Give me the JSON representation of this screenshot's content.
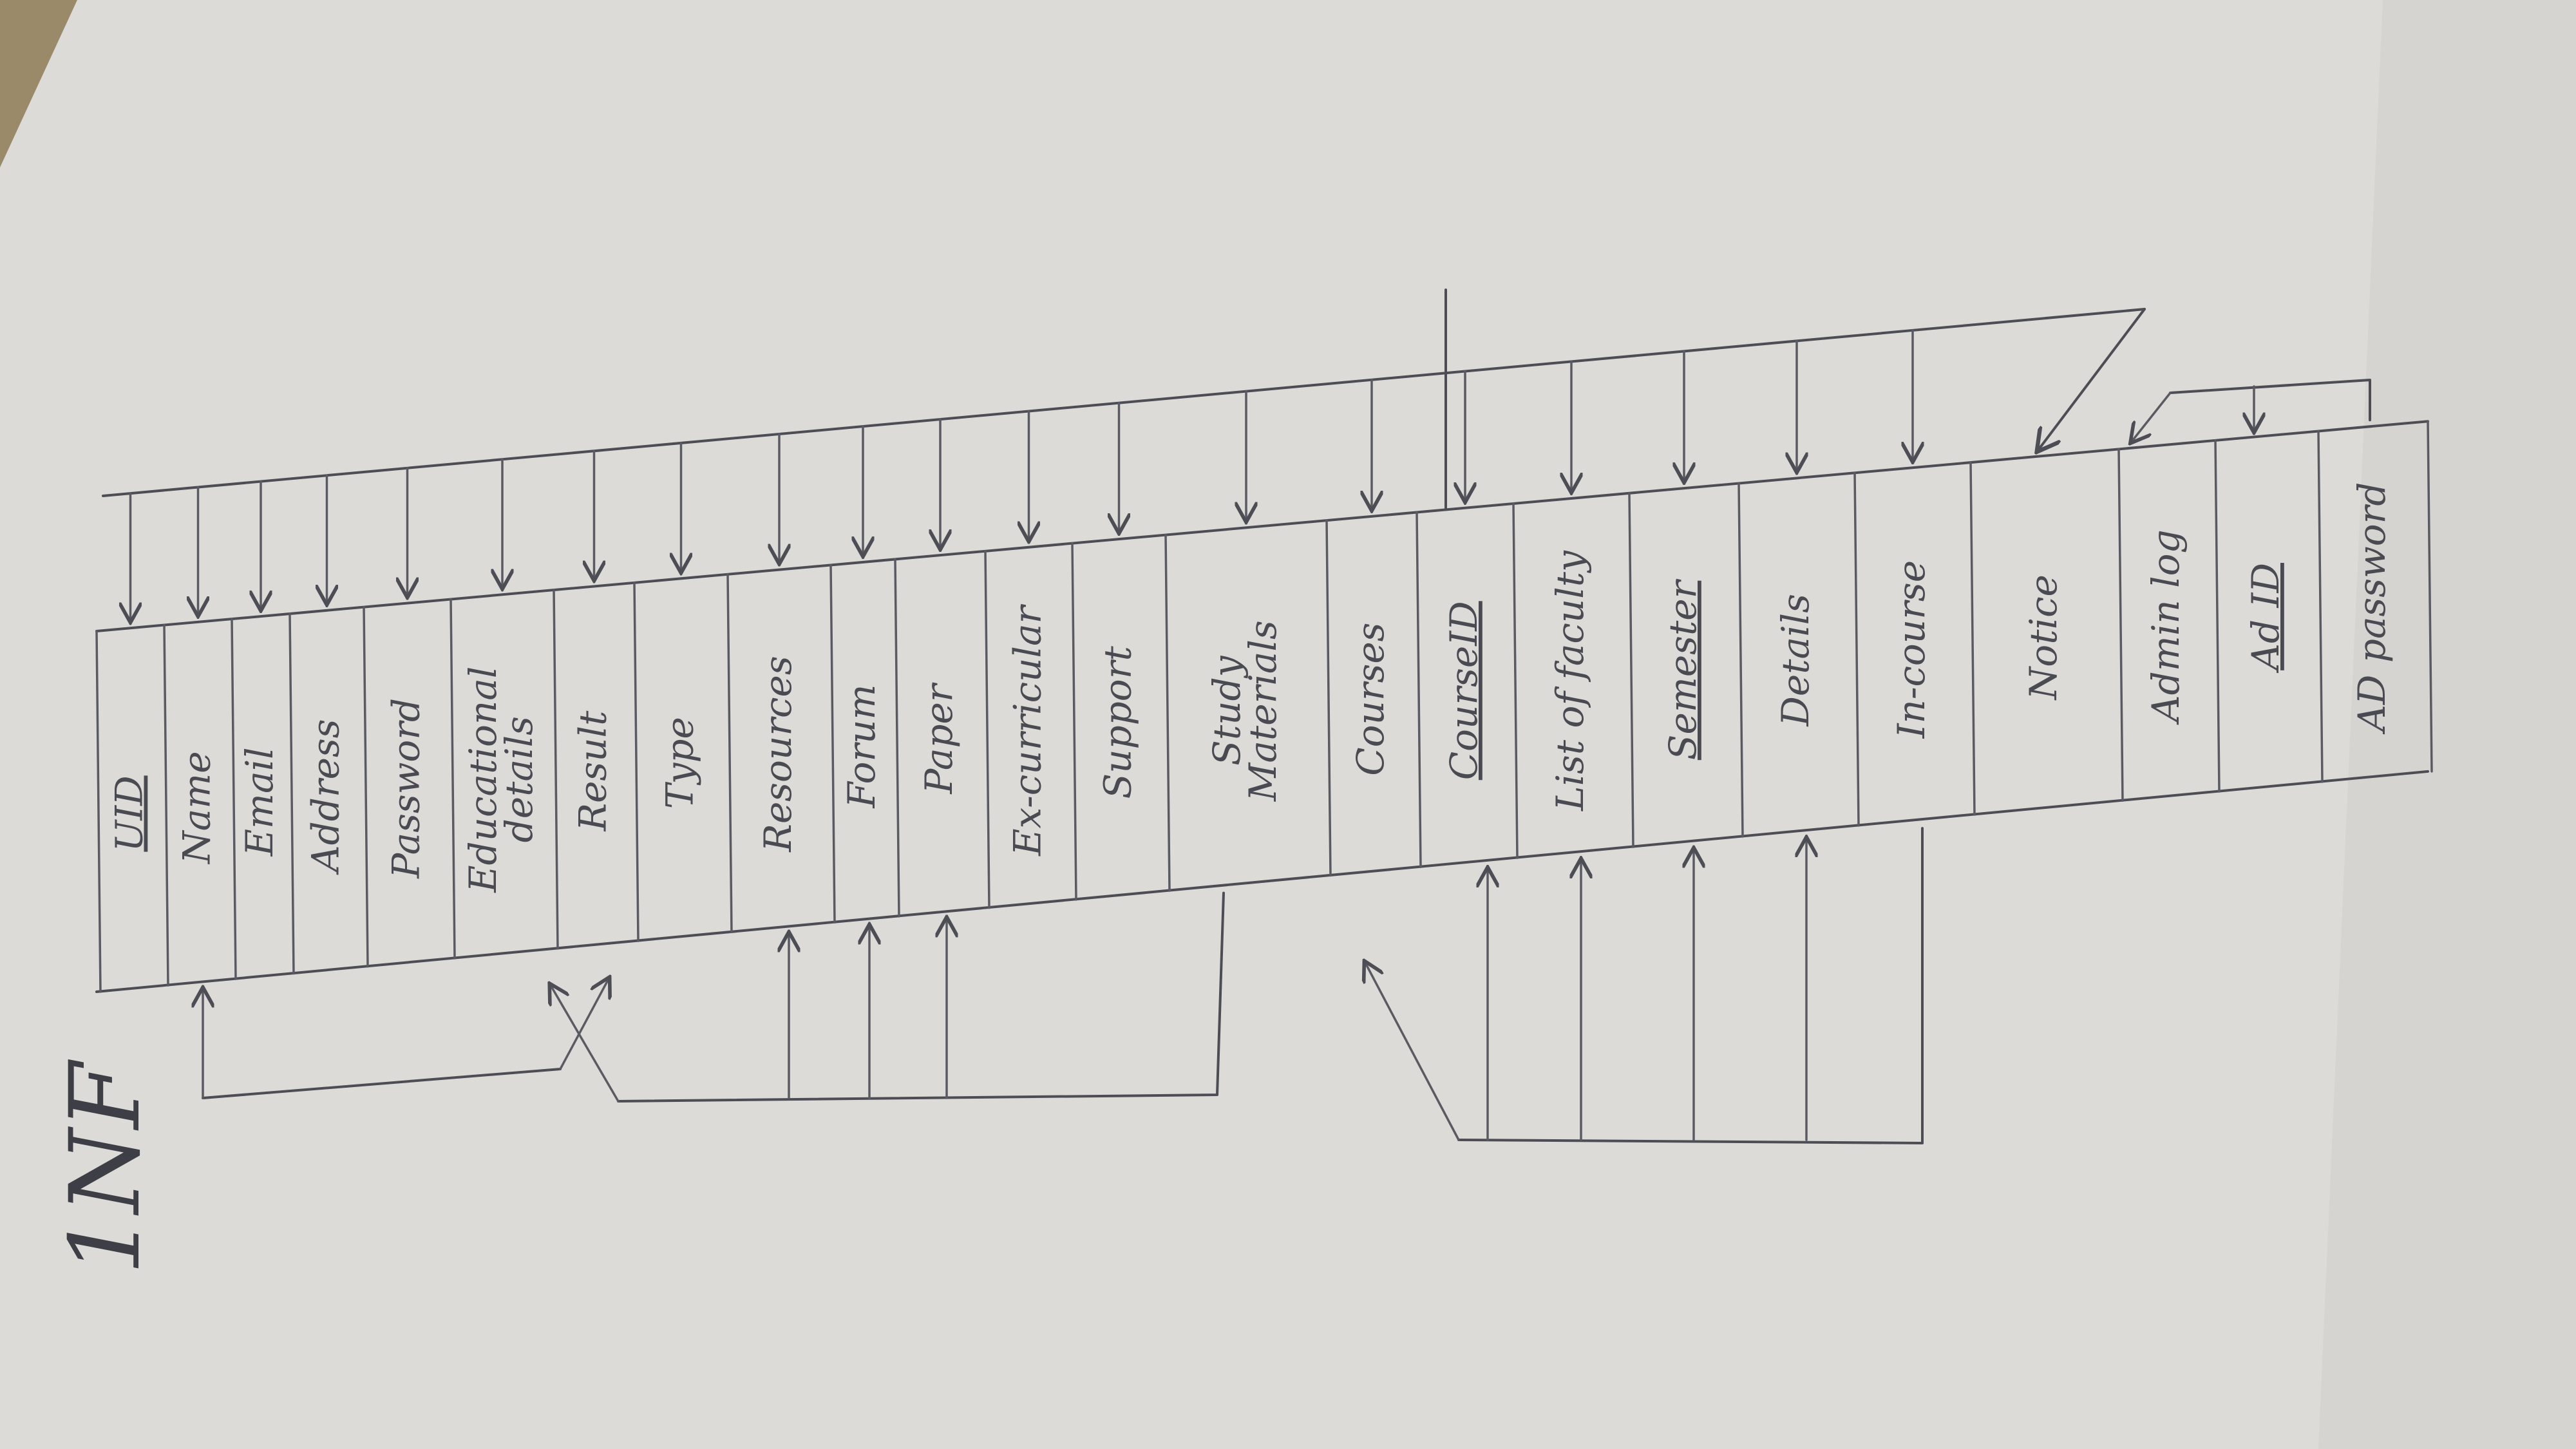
{
  "heading": "1NF",
  "table": {
    "cells": [
      {
        "label": "UID",
        "underlined": true
      },
      {
        "label": "Name",
        "underlined": false
      },
      {
        "label": "Email",
        "underlined": false
      },
      {
        "label": "Address",
        "underlined": false
      },
      {
        "label": "Password",
        "underlined": false
      },
      {
        "label": "Educational details",
        "underlined": false
      },
      {
        "label": "Result",
        "underlined": false
      },
      {
        "label": "Type",
        "underlined": false
      },
      {
        "label": "Resources",
        "underlined": false
      },
      {
        "label": "Forum",
        "underlined": false
      },
      {
        "label": "Paper",
        "underlined": false
      },
      {
        "label": "Ex-curricular",
        "underlined": false
      },
      {
        "label": "Support",
        "underlined": false
      },
      {
        "label": "Study Materials",
        "underlined": false
      },
      {
        "label": "Courses",
        "underlined": false
      },
      {
        "label": "CourseID",
        "underlined": true
      },
      {
        "label": "List of faculty",
        "underlined": false
      },
      {
        "label": "Semester",
        "underlined": true
      },
      {
        "label": "Details",
        "underlined": false
      },
      {
        "label": "In-course",
        "underlined": false
      },
      {
        "label": "Notice",
        "underlined": false
      },
      {
        "label": "Admin log",
        "underlined": false
      },
      {
        "label": "Ad ID",
        "underlined": true
      },
      {
        "label": "AD password",
        "underlined": false
      }
    ]
  }
}
